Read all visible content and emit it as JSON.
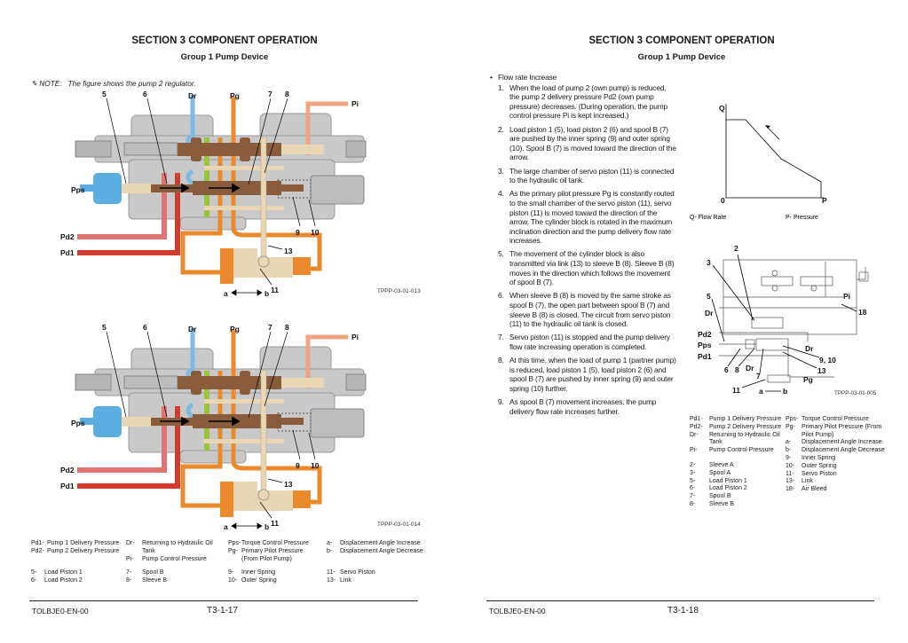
{
  "left_page": {
    "section_title": "SECTION 3 COMPONENT OPERATION",
    "group_title": "Group 1 Pump Device",
    "note_label": "NOTE:",
    "note_text": "The figure shows the pump 2 regulator.",
    "figure_labels": {
      "n5": "5",
      "n6": "6",
      "dr": "Dr",
      "pg": "Pg",
      "n7": "7",
      "n8": "8",
      "pi": "Pi",
      "pps": "Pps",
      "pd2": "Pd2",
      "pd1": "Pd1",
      "n9": "9",
      "n10": "10",
      "n13": "13",
      "n11": "11",
      "a": "a",
      "b": "b"
    },
    "figure1_code": "TPPP-03-01-013",
    "figure2_code": "TPPP-03-01-014",
    "legend_cols": [
      [
        {
          "k": "Pd1-",
          "v": "Pump 1 Delivery Pressure"
        },
        {
          "k": "Pd2-",
          "v": "Pump 2 Delivery Pressure"
        }
      ],
      [
        {
          "k": "Dr-",
          "v": "Returning to Hydraulic Oil Tank"
        },
        {
          "k": "Pi-",
          "v": "Pump Control Pressure"
        }
      ],
      [
        {
          "k": "Pps-",
          "v": "Torque Control Pressure"
        },
        {
          "k": "Pg-",
          "v": "Primary Pilot Pressure (From Pilot Pump)"
        }
      ],
      [
        {
          "k": "a-",
          "v": "Displacement Angle Increase"
        },
        {
          "k": "b-",
          "v": "Displacement Angle Decrease"
        }
      ]
    ],
    "legend_parts": [
      [
        {
          "k": "5-",
          "v": "Load Piston 1"
        },
        {
          "k": "6-",
          "v": "Load Piston 2"
        }
      ],
      [
        {
          "k": "7-",
          "v": "Spool B"
        },
        {
          "k": "8-",
          "v": "Sleeve B"
        }
      ],
      [
        {
          "k": "9-",
          "v": "Inner Spring"
        },
        {
          "k": "10-",
          "v": "Outer Spring"
        }
      ],
      [
        {
          "k": "11-",
          "v": "Servo Piston"
        },
        {
          "k": "13-",
          "v": "Link"
        }
      ]
    ],
    "footer_doc": "TOLBJE0-EN-00",
    "footer_page": "T3-1-17"
  },
  "right_page": {
    "section_title": "SECTION 3 COMPONENT OPERATION",
    "group_title": "Group 1 Pump Device",
    "bullet": "Flow rate Increase",
    "steps": [
      "When the load of pump 2 (own pump) is reduced, the pump 2 delivery pressure Pd2 (own pump pressure) decreases. (During operation, the pump control pressure Pi is kept increased.)",
      "Load piston 1 (5), load piston 2 (6) and spool B (7) are pushed by the inner spring (9) and outer spring (10). Spool B (7) is moved toward the direction of the arrow.",
      "The large chamber of servo piston (11) is connected to the hydraulic oil tank.",
      "As the primary pilot pressure Pg is constantly routed to the small chamber of the servo piston (11), servo piston (11) is moved toward the direction of the arrow. The cylinder block is rotated in the maximum inclination direction and the pump delivery flow rate increases.",
      "The movement of the cylinder block is also transmitted via link (13) to sleeve B (8). Sleeve B (8) moves in the direction which follows the movement of spool B (7).",
      "When sleeve B (8) is moved by the same stroke as spool B (7), the open part between spool B (7) and sleeve B (8) is closed. The circuit from servo piston (11) to the hydraulic oil tank is closed.",
      "Servo piston (11) is stopped and the pump delivery flow rate increasing operation is completed.",
      "At this time, when the load of pump 1 (partner pump) is reduced, load piston 1 (5), load piston 2 (6) and spool B (7) are pushed by inner spring (9) and outer spring (10) further.",
      "As spool B (7) movement increases, the pump delivery flow rate increases further."
    ],
    "pq_graph": {
      "q": "Q",
      "p": "P",
      "origin": "0",
      "legend_q": "Q-   Flow Rate",
      "legend_p": "P-   Pressure"
    },
    "schematic_labels": {
      "n2": "2",
      "n3": "3",
      "n5": "5",
      "dr": "Dr",
      "pi": "Pi",
      "n18": "18",
      "pd2": "Pd2",
      "pps": "Pps",
      "pd1": "Pd1",
      "dr2": "Dr",
      "n910": "9, 10",
      "n6": "6",
      "n8": "8",
      "dr3": "Dr",
      "n13": "13",
      "n7": "7",
      "pg": "Pg",
      "n11": "11",
      "a": "a",
      "b": "b"
    },
    "schematic_code": "TPPP-03-01-005",
    "legend_left": [
      {
        "k": "Pd1-",
        "v": "Pump 1 Delivery Pressure"
      },
      {
        "k": "Pd2-",
        "v": "Pump 2 Delivery Pressure"
      },
      {
        "k": "Dr-",
        "v": "Returning to Hydraulic Oil Tank"
      },
      {
        "k": "Pi-",
        "v": "Pump Control Pressure"
      },
      {
        "k": "",
        "v": ""
      },
      {
        "k": "2-",
        "v": "Sleeve A"
      },
      {
        "k": "3-",
        "v": "Spool A"
      },
      {
        "k": "5-",
        "v": "Load Piston 1"
      },
      {
        "k": "6-",
        "v": "Load Piston 2"
      },
      {
        "k": "7-",
        "v": "Spool B"
      },
      {
        "k": "8-",
        "v": "Sleeve B"
      }
    ],
    "legend_right": [
      {
        "k": "Pps-",
        "v": "Torque Control Pressure"
      },
      {
        "k": "Pg-",
        "v": "Primary Pilot Pressure (From Pilot Pump)"
      },
      {
        "k": "a-",
        "v": "Displacement Angle Increase"
      },
      {
        "k": "b-",
        "v": "Displacement Angle Decrease"
      },
      {
        "k": "9-",
        "v": "Inner Spring"
      },
      {
        "k": "10-",
        "v": "Outer Spring"
      },
      {
        "k": "11-",
        "v": "Servo Piston"
      },
      {
        "k": "13-",
        "v": "Link"
      },
      {
        "k": "18-",
        "v": "Air Bleed"
      }
    ],
    "footer_doc": "TOLBJE0-EN-00",
    "footer_page": "T3-1-18"
  },
  "colors": {
    "body": "#c9c9c9",
    "spool": "#8a5c3e",
    "tan": "#e9d6b4",
    "pd2": "#e07474",
    "pd1": "#d23c2c",
    "dr": "#7dbbe3",
    "pg": "#ea8a2c",
    "pi": "#f1a484",
    "green": "#9cc43c",
    "pps": "#5aaee0"
  }
}
